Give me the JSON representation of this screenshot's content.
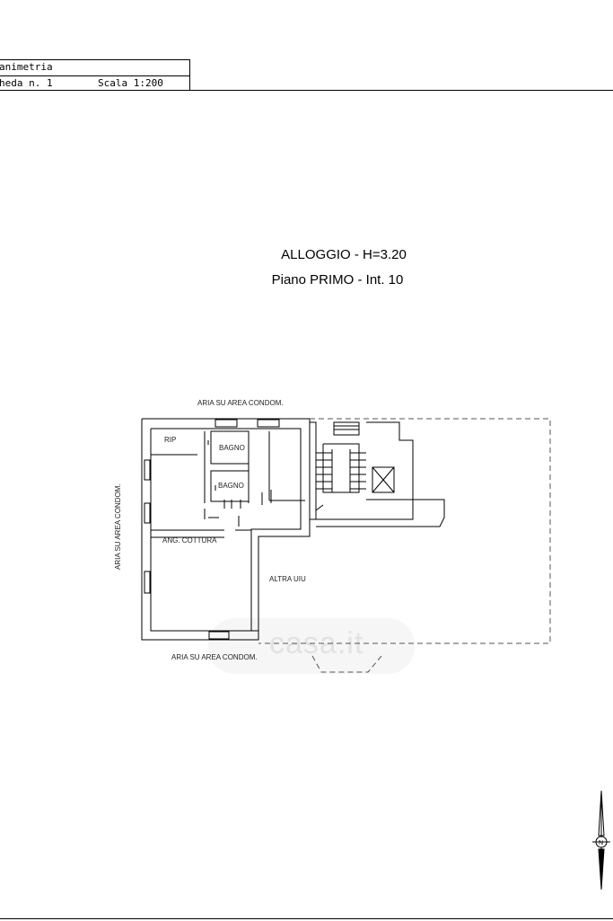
{
  "header": {
    "title": "animetria",
    "scheda": "heda n. 1",
    "scala": "Scala 1:200"
  },
  "titles": {
    "main": "ALLOGGIO - H=3.20",
    "sub": "Piano PRIMO - Int. 10"
  },
  "plan": {
    "labels": {
      "top_area": "ARIA SU AREA CONDOM.",
      "left_area": "ARIA SU AREA CONDOM.",
      "bottom_area": "ARIA SU AREA CONDOM.",
      "rip": "RIP",
      "bagno_1": "BAGNO",
      "bagno_2": "BAGNO",
      "cottura": "ANG. COTTURA",
      "altra_uiu": "ALTRA UIU"
    }
  },
  "watermark": {
    "text": "casa.it"
  },
  "icons": {
    "compass": "north-arrow-icon"
  },
  "colors": {
    "line": "#000000",
    "dashed": "#555555"
  }
}
